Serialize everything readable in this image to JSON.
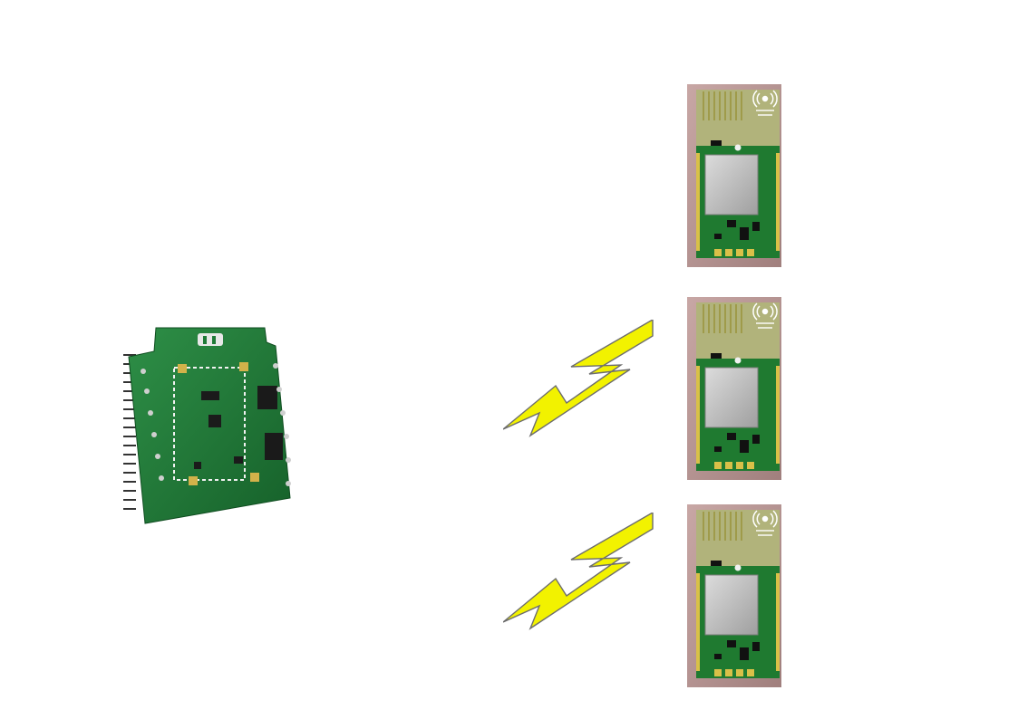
{
  "scene": {
    "background": "#ffffff",
    "gateway_board": {
      "kind": "rf-gateway-shield-board",
      "color": "#1f7a37"
    },
    "modules": [
      {
        "id": "module-1",
        "kind": "rf-module-board",
        "antenna_logo": "wireless-signal-icon"
      },
      {
        "id": "module-2",
        "kind": "rf-module-board",
        "antenna_logo": "wireless-signal-icon"
      },
      {
        "id": "module-3",
        "kind": "rf-module-board",
        "antenna_logo": "wireless-signal-icon"
      }
    ],
    "links": [
      {
        "from": "module-2",
        "to": "gateway",
        "icon": "lightning-bolt-arrow-icon",
        "color": "#f2f200"
      },
      {
        "from": "module-3",
        "to": "gateway",
        "icon": "lightning-bolt-arrow-icon",
        "color": "#f2f200"
      }
    ]
  }
}
